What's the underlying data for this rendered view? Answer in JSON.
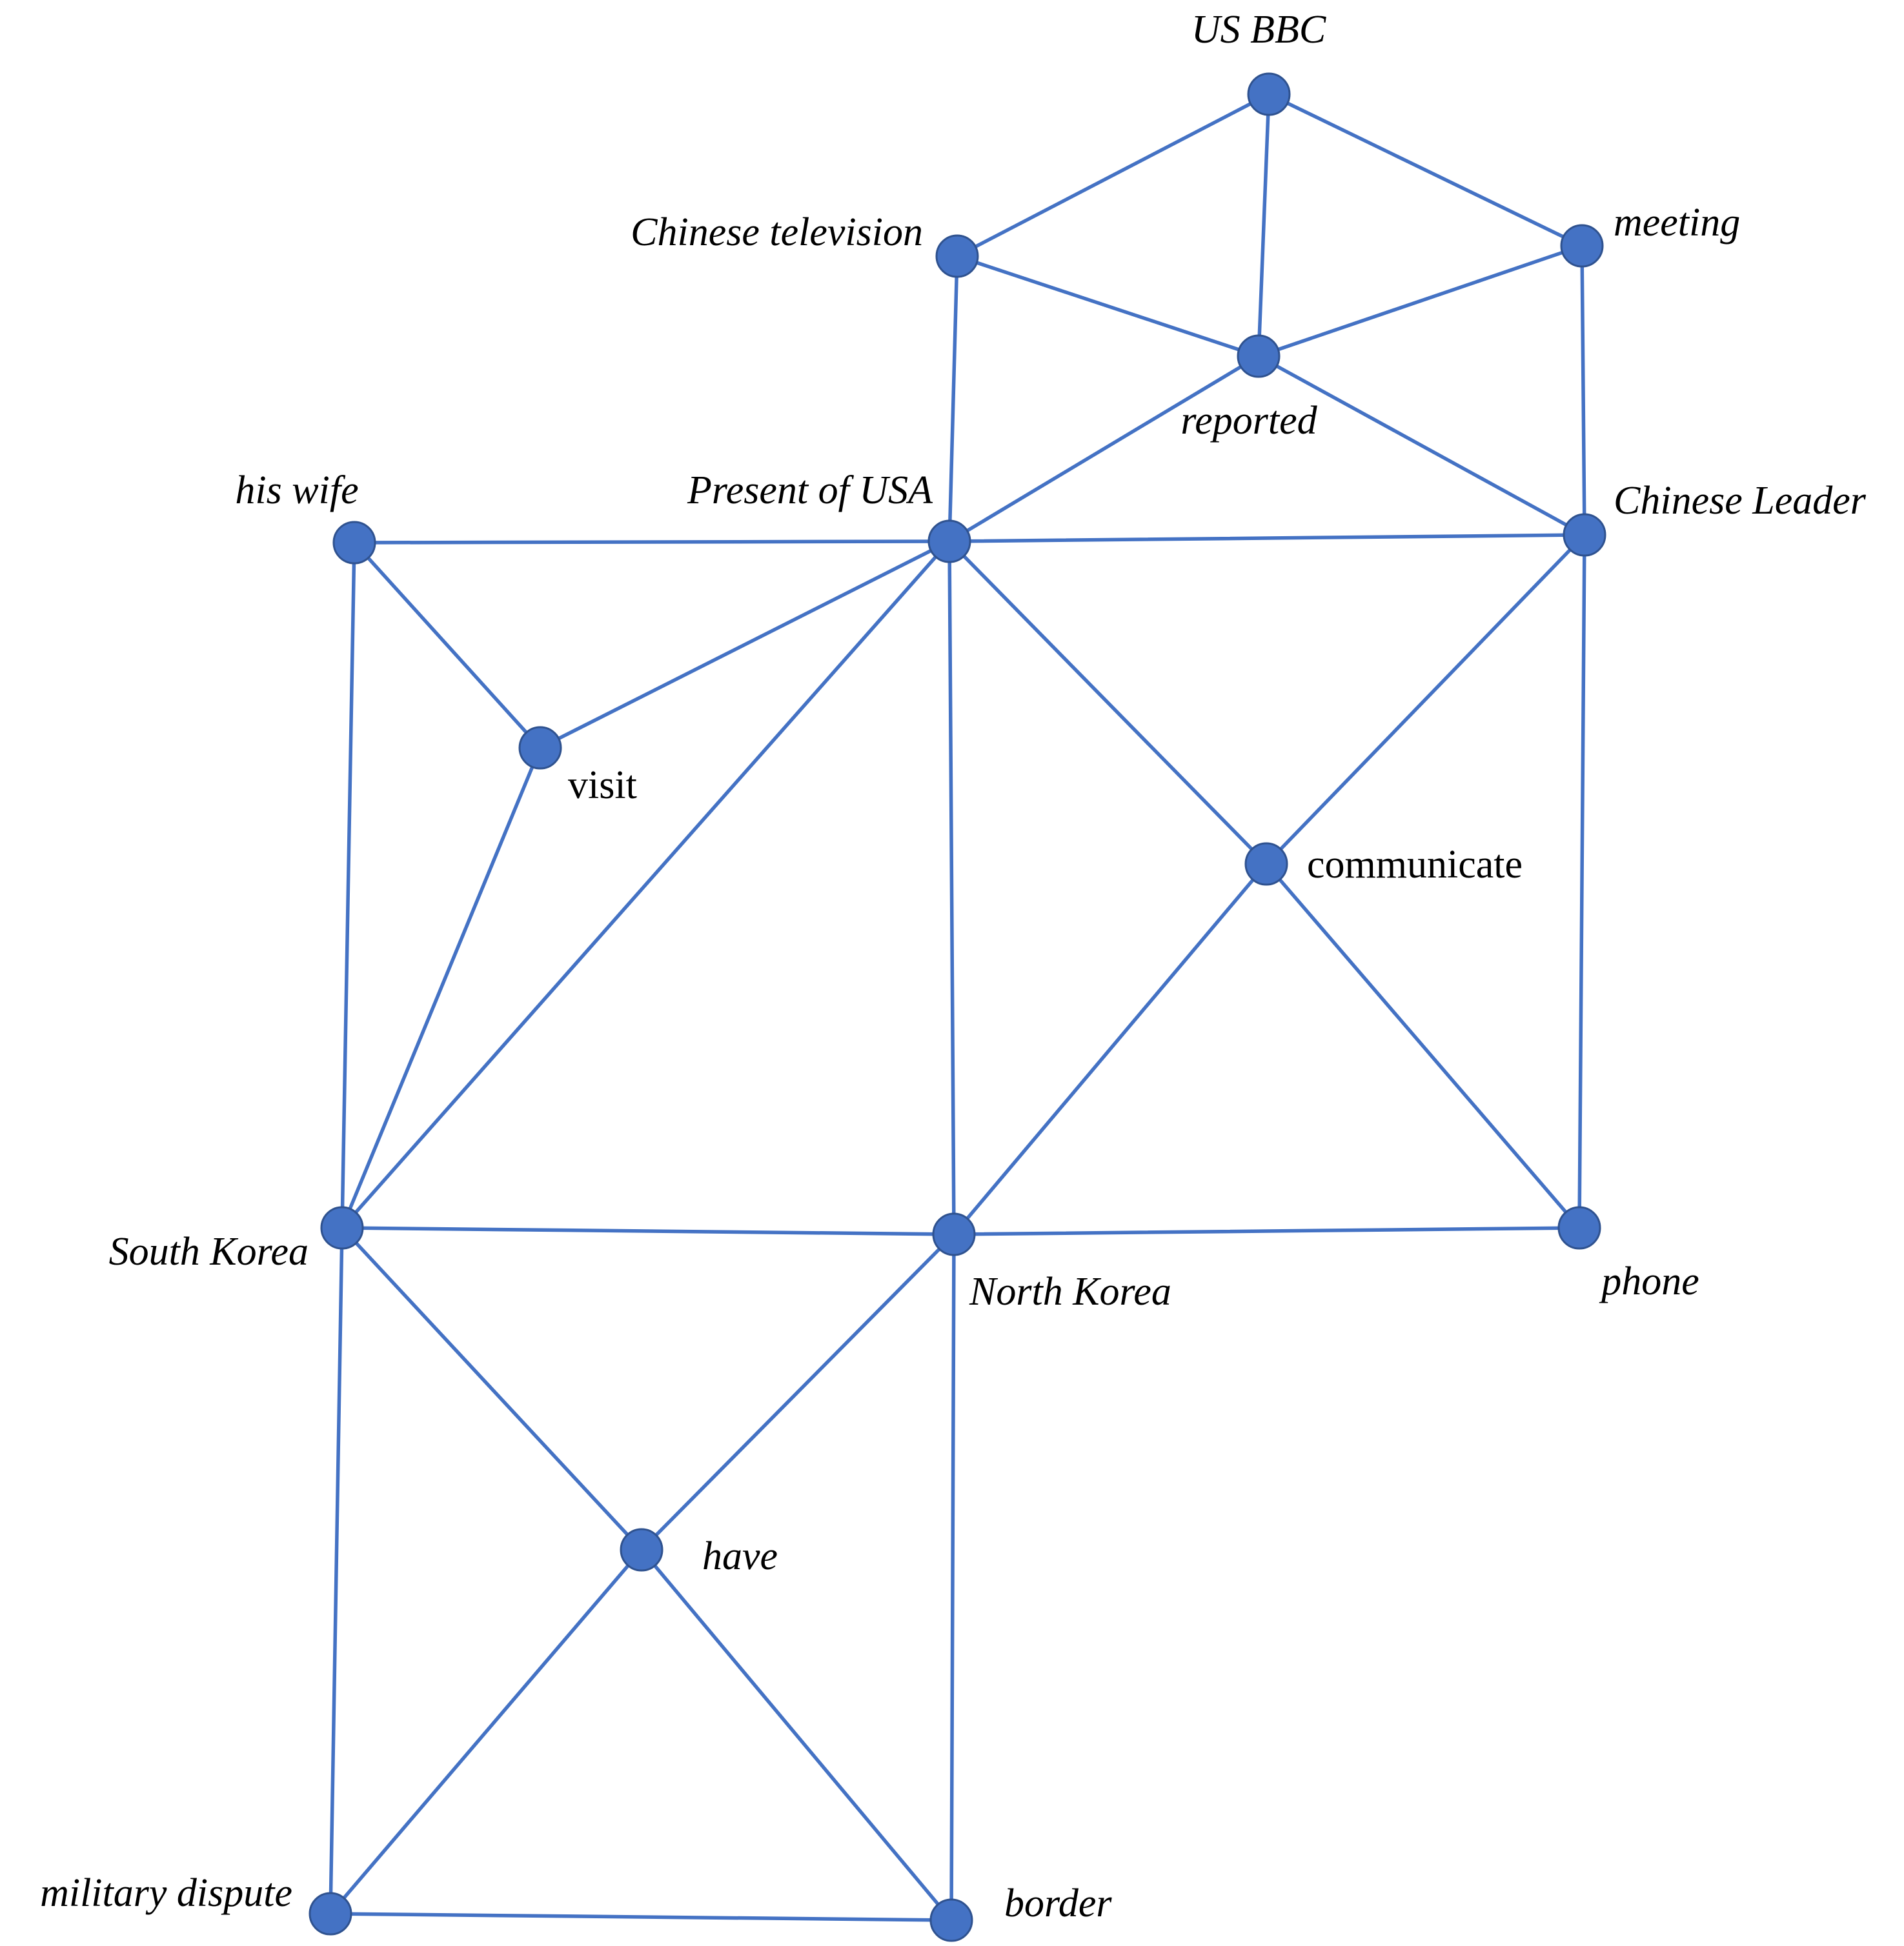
{
  "diagram": {
    "edge_color": "#4472C4",
    "node_color": "#4472C4",
    "node_border_color": "#2F528F",
    "nodes": [
      {
        "id": "us-bbc",
        "label": "US BBC",
        "italic": true
      },
      {
        "id": "chinese-television",
        "label": "Chinese television",
        "italic": true
      },
      {
        "id": "meeting",
        "label": "meeting",
        "italic": true
      },
      {
        "id": "reported",
        "label": "reported",
        "italic": true
      },
      {
        "id": "his-wife",
        "label": "his wife",
        "italic": true
      },
      {
        "id": "present-of-usa",
        "label": "Present of USA",
        "italic": true
      },
      {
        "id": "chinese-leader",
        "label": "Chinese Leader",
        "italic": true
      },
      {
        "id": "visit",
        "label": "visit",
        "italic": false
      },
      {
        "id": "communicate",
        "label": "communicate",
        "italic": false
      },
      {
        "id": "south-korea",
        "label": "South Korea",
        "italic": true
      },
      {
        "id": "north-korea",
        "label": "North Korea",
        "italic": true
      },
      {
        "id": "phone",
        "label": "phone",
        "italic": true
      },
      {
        "id": "have",
        "label": "have",
        "italic": true
      },
      {
        "id": "military-dispute",
        "label": "military dispute",
        "italic": true
      },
      {
        "id": "border",
        "label": "border",
        "italic": true
      }
    ],
    "edges": [
      [
        "us-bbc",
        "chinese-television"
      ],
      [
        "us-bbc",
        "meeting"
      ],
      [
        "us-bbc",
        "reported"
      ],
      [
        "chinese-television",
        "reported"
      ],
      [
        "chinese-television",
        "present-of-usa"
      ],
      [
        "meeting",
        "reported"
      ],
      [
        "meeting",
        "chinese-leader"
      ],
      [
        "reported",
        "present-of-usa"
      ],
      [
        "reported",
        "chinese-leader"
      ],
      [
        "his-wife",
        "present-of-usa"
      ],
      [
        "his-wife",
        "visit"
      ],
      [
        "his-wife",
        "south-korea"
      ],
      [
        "present-of-usa",
        "chinese-leader"
      ],
      [
        "present-of-usa",
        "visit"
      ],
      [
        "present-of-usa",
        "south-korea"
      ],
      [
        "present-of-usa",
        "north-korea"
      ],
      [
        "present-of-usa",
        "communicate"
      ],
      [
        "chinese-leader",
        "communicate"
      ],
      [
        "chinese-leader",
        "phone"
      ],
      [
        "visit",
        "south-korea"
      ],
      [
        "communicate",
        "north-korea"
      ],
      [
        "communicate",
        "phone"
      ],
      [
        "south-korea",
        "north-korea"
      ],
      [
        "south-korea",
        "have"
      ],
      [
        "south-korea",
        "military-dispute"
      ],
      [
        "north-korea",
        "phone"
      ],
      [
        "north-korea",
        "have"
      ],
      [
        "north-korea",
        "border"
      ],
      [
        "have",
        "military-dispute"
      ],
      [
        "have",
        "border"
      ],
      [
        "military-dispute",
        "border"
      ]
    ]
  }
}
